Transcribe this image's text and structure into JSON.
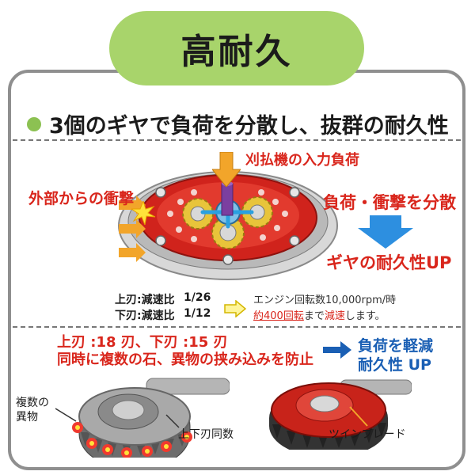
{
  "colors": {
    "accent_green": "#a8d46b",
    "bullet_green": "#8cc152",
    "red": "#d9261c",
    "blue": "#1a5fb4",
    "arrow_orange": "#f2a52a",
    "arrow_blue": "#2d8fe0",
    "border": "#8f8f8f"
  },
  "title": "高耐久",
  "headline": "3個のギヤで負荷を分散し、抜群の耐久性",
  "diagram": {
    "input_load": "刈払機の入力負荷",
    "external_impact": "外部からの衝撃",
    "distribute": "負荷・衝撃を分散",
    "durability_up": "ギヤの耐久性UP"
  },
  "ratios": {
    "upper_label": "上刃:減速比",
    "upper_value": "1/26",
    "lower_label": "下刃:減速比",
    "lower_value": "1/12",
    "engine_note_1": "エンジン回転数10,000rpm/時",
    "engine_note_2_a": "約400回転",
    "engine_note_2_b": "まで",
    "engine_note_2_c": "減速",
    "engine_note_2_d": "します。"
  },
  "bottom": {
    "blades": "上刃 :18 刃、下刃 :15 刃",
    "prevent": "同時に複数の石、異物の挟み込みを防止",
    "reduce_load": "負荷を軽減",
    "durability": "耐久性 UP",
    "multiple_foreign": "複数の\n異物",
    "same_count": "上下刃同数",
    "twin_blade": "ツインブレード"
  },
  "icons": [
    "bullet-dot-icon",
    "down-arrow-icon",
    "right-arrow-icon",
    "blue-down-arrow-icon",
    "yellow-right-arrow-icon",
    "blue-right-arrow-icon",
    "impact-burst-icon",
    "gear-icon"
  ]
}
